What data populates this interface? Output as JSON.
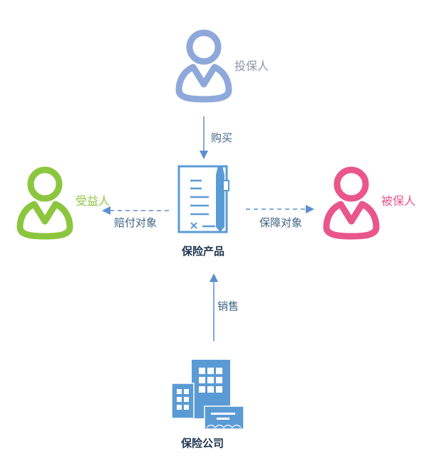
{
  "nodes": {
    "policyholder": {
      "label": "投保人",
      "color": "#8ea8da"
    },
    "beneficiary": {
      "label": "受益人",
      "color": "#8cc63f"
    },
    "insured": {
      "label": "被保人",
      "color": "#e9568a"
    },
    "product": {
      "label": "保险产品"
    },
    "company": {
      "label": "保险公司"
    }
  },
  "edges": {
    "buy": "购买",
    "payout": "赔付对象",
    "coverage": "保障对象",
    "sell": "销售"
  },
  "colors": {
    "icon_blue": "#5b9bd5",
    "arrow": "#5b8fd0",
    "edge_text": "#3f6584"
  }
}
